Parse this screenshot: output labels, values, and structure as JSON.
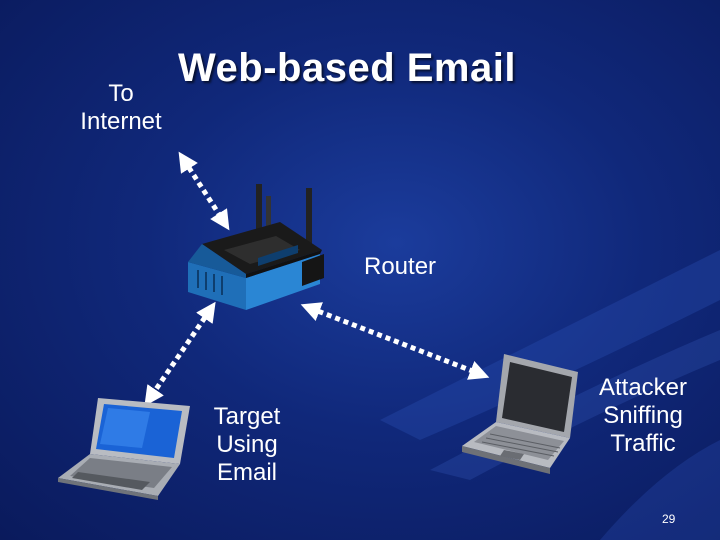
{
  "slide": {
    "title": "Web-based Email",
    "page_number": "29",
    "background_color": "#10287a"
  },
  "labels": {
    "to_internet": [
      "To",
      "Internet"
    ],
    "router": "Router",
    "target": [
      "Target",
      "Using",
      "Email"
    ],
    "attacker": [
      "Attacker",
      "Sniffing",
      "Traffic"
    ]
  },
  "icons": {
    "router": "wireless-router-icon",
    "target_device": "laptop-icon",
    "attacker_device": "laptop-icon"
  }
}
